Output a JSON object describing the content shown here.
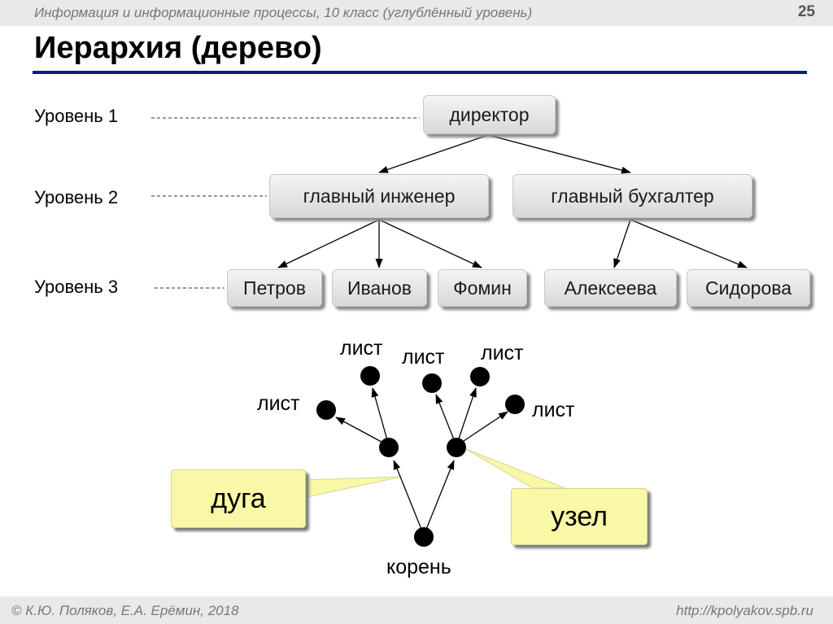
{
  "header": {
    "course": "Информация и информационные процессы, 10 класс (углублённый уровень)",
    "slide_number": "25"
  },
  "title": "Иерархия (дерево)",
  "levels": [
    "Уровень 1",
    "Уровень 2",
    "Уровень 3"
  ],
  "org_tree": {
    "root": "директор",
    "level2": [
      "главный инженер",
      "главный бухгалтер"
    ],
    "level3": [
      "Петров",
      "Иванов",
      "Фомин",
      "Алексеева",
      "Сидорова"
    ]
  },
  "generic_tree": {
    "leaf_label": "лист",
    "root_label": "корень",
    "arc_callout": "дуга",
    "node_callout": "узел"
  },
  "colors": {
    "title_rule": "#0f1a8a",
    "callout_fill": "#f8f8a6",
    "header_bg": "#e9e9e9"
  },
  "footer": {
    "authors": "© К.Ю. Поляков, Е.А. Ерёмин, 2018",
    "url": "http://kpolyakov.spb.ru"
  }
}
